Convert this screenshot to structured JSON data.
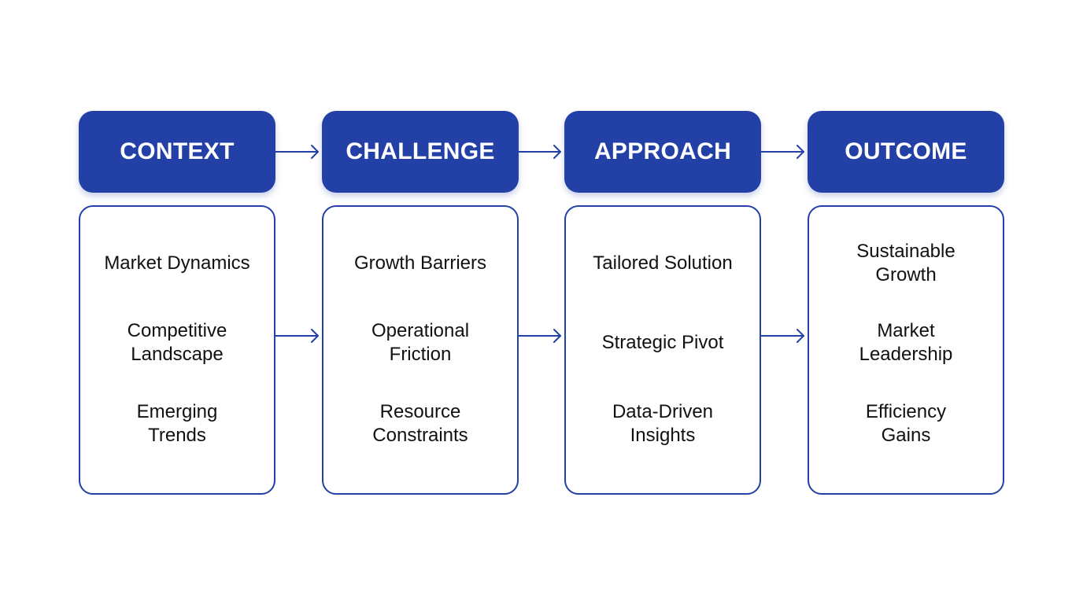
{
  "colors": {
    "accent": "#2340a6",
    "text": "#111111",
    "background": "#ffffff"
  },
  "stages": [
    {
      "title": "CONTEXT",
      "items": [
        "Market Dynamics",
        "Competitive\nLandscape",
        "Emerging\nTrends"
      ]
    },
    {
      "title": "CHALLENGE",
      "items": [
        "Growth Barriers",
        "Operational\nFriction",
        "Resource\nConstraints"
      ]
    },
    {
      "title": "APPROACH",
      "items": [
        "Tailored Solution",
        "Strategic Pivot",
        "Data-Driven\nInsights"
      ]
    },
    {
      "title": "OUTCOME",
      "items": [
        "Sustainable\nGrowth",
        "Market\nLeadership",
        "Efficiency\nGains"
      ]
    }
  ]
}
